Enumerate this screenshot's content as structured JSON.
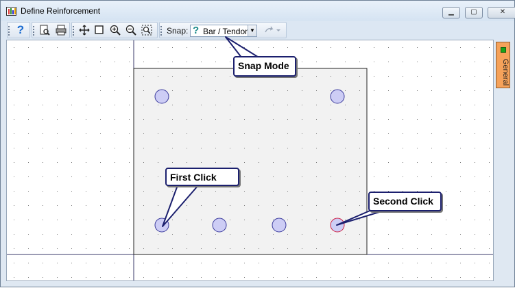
{
  "window": {
    "title": "Define Reinforcement"
  },
  "toolbar": {
    "snap_label": "Snap:",
    "snap_value": "Bar / Tendon",
    "help_icon": "help-question-icon",
    "print_preview_icon": "print-preview-icon",
    "print_icon": "printer-icon",
    "pan_icon": "pan-move-icon",
    "select_icon": "select-rectangle-icon",
    "zoom_in_icon": "zoom-in-icon",
    "zoom_out_icon": "zoom-out-icon",
    "zoom_extents_icon": "zoom-extents-icon",
    "redo_icon": "redo-icon"
  },
  "right_panel": {
    "tab_label": "General"
  },
  "callouts": {
    "snap_mode": "Snap Mode",
    "first_click": "First Click",
    "second_click": "Second Click"
  },
  "colors": {
    "bar_fill": "#cdcdf5",
    "bar_stroke": "#3a3a9c",
    "highlight_bar_stroke": "#d02040",
    "section_fill": "#f2f2f2",
    "callout_border": "#1b1f6e",
    "tab_orange": "#f6a25a"
  }
}
